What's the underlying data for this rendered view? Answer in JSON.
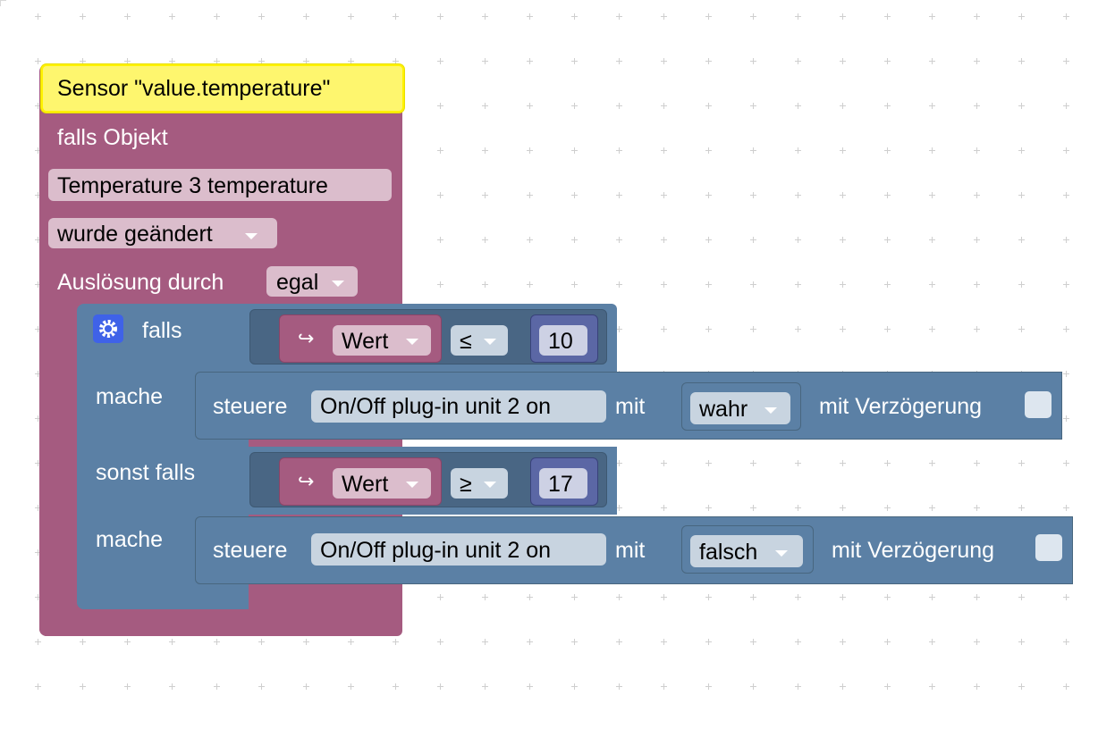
{
  "workspace": {
    "comment": "Sensor \"value.temperature\"",
    "trigger": {
      "header": "falls Objekt",
      "object": "Temperature 3 temperature",
      "condition": "wurde geändert",
      "trigger_by_label": "Auslösung durch",
      "trigger_by_value": "egal"
    },
    "if_block": {
      "if_label": "falls",
      "do_label": "mache",
      "elseif_label": "sonst falls",
      "do2_label": "mache",
      "cond1": {
        "var": "Wert",
        "op": "≤",
        "num": "10"
      },
      "cond2": {
        "var": "Wert",
        "op": "≥",
        "num": "17"
      },
      "action1": {
        "label": "steuere",
        "object": "On/Off plug-in unit 2 on",
        "with": "mit",
        "value": "wahr",
        "delay": "mit Verzögerung"
      },
      "action2": {
        "label": "steuere",
        "object": "On/Off plug-in unit 2 on",
        "with": "mit",
        "value": "falsch",
        "delay": "mit Verzögerung"
      }
    },
    "var_prefix_icon": "return-arrow-icon",
    "colors": {
      "event": "#a55b80",
      "logic": "#5b80a5",
      "math": "#5b67a5",
      "comment": "#fef66e"
    }
  }
}
